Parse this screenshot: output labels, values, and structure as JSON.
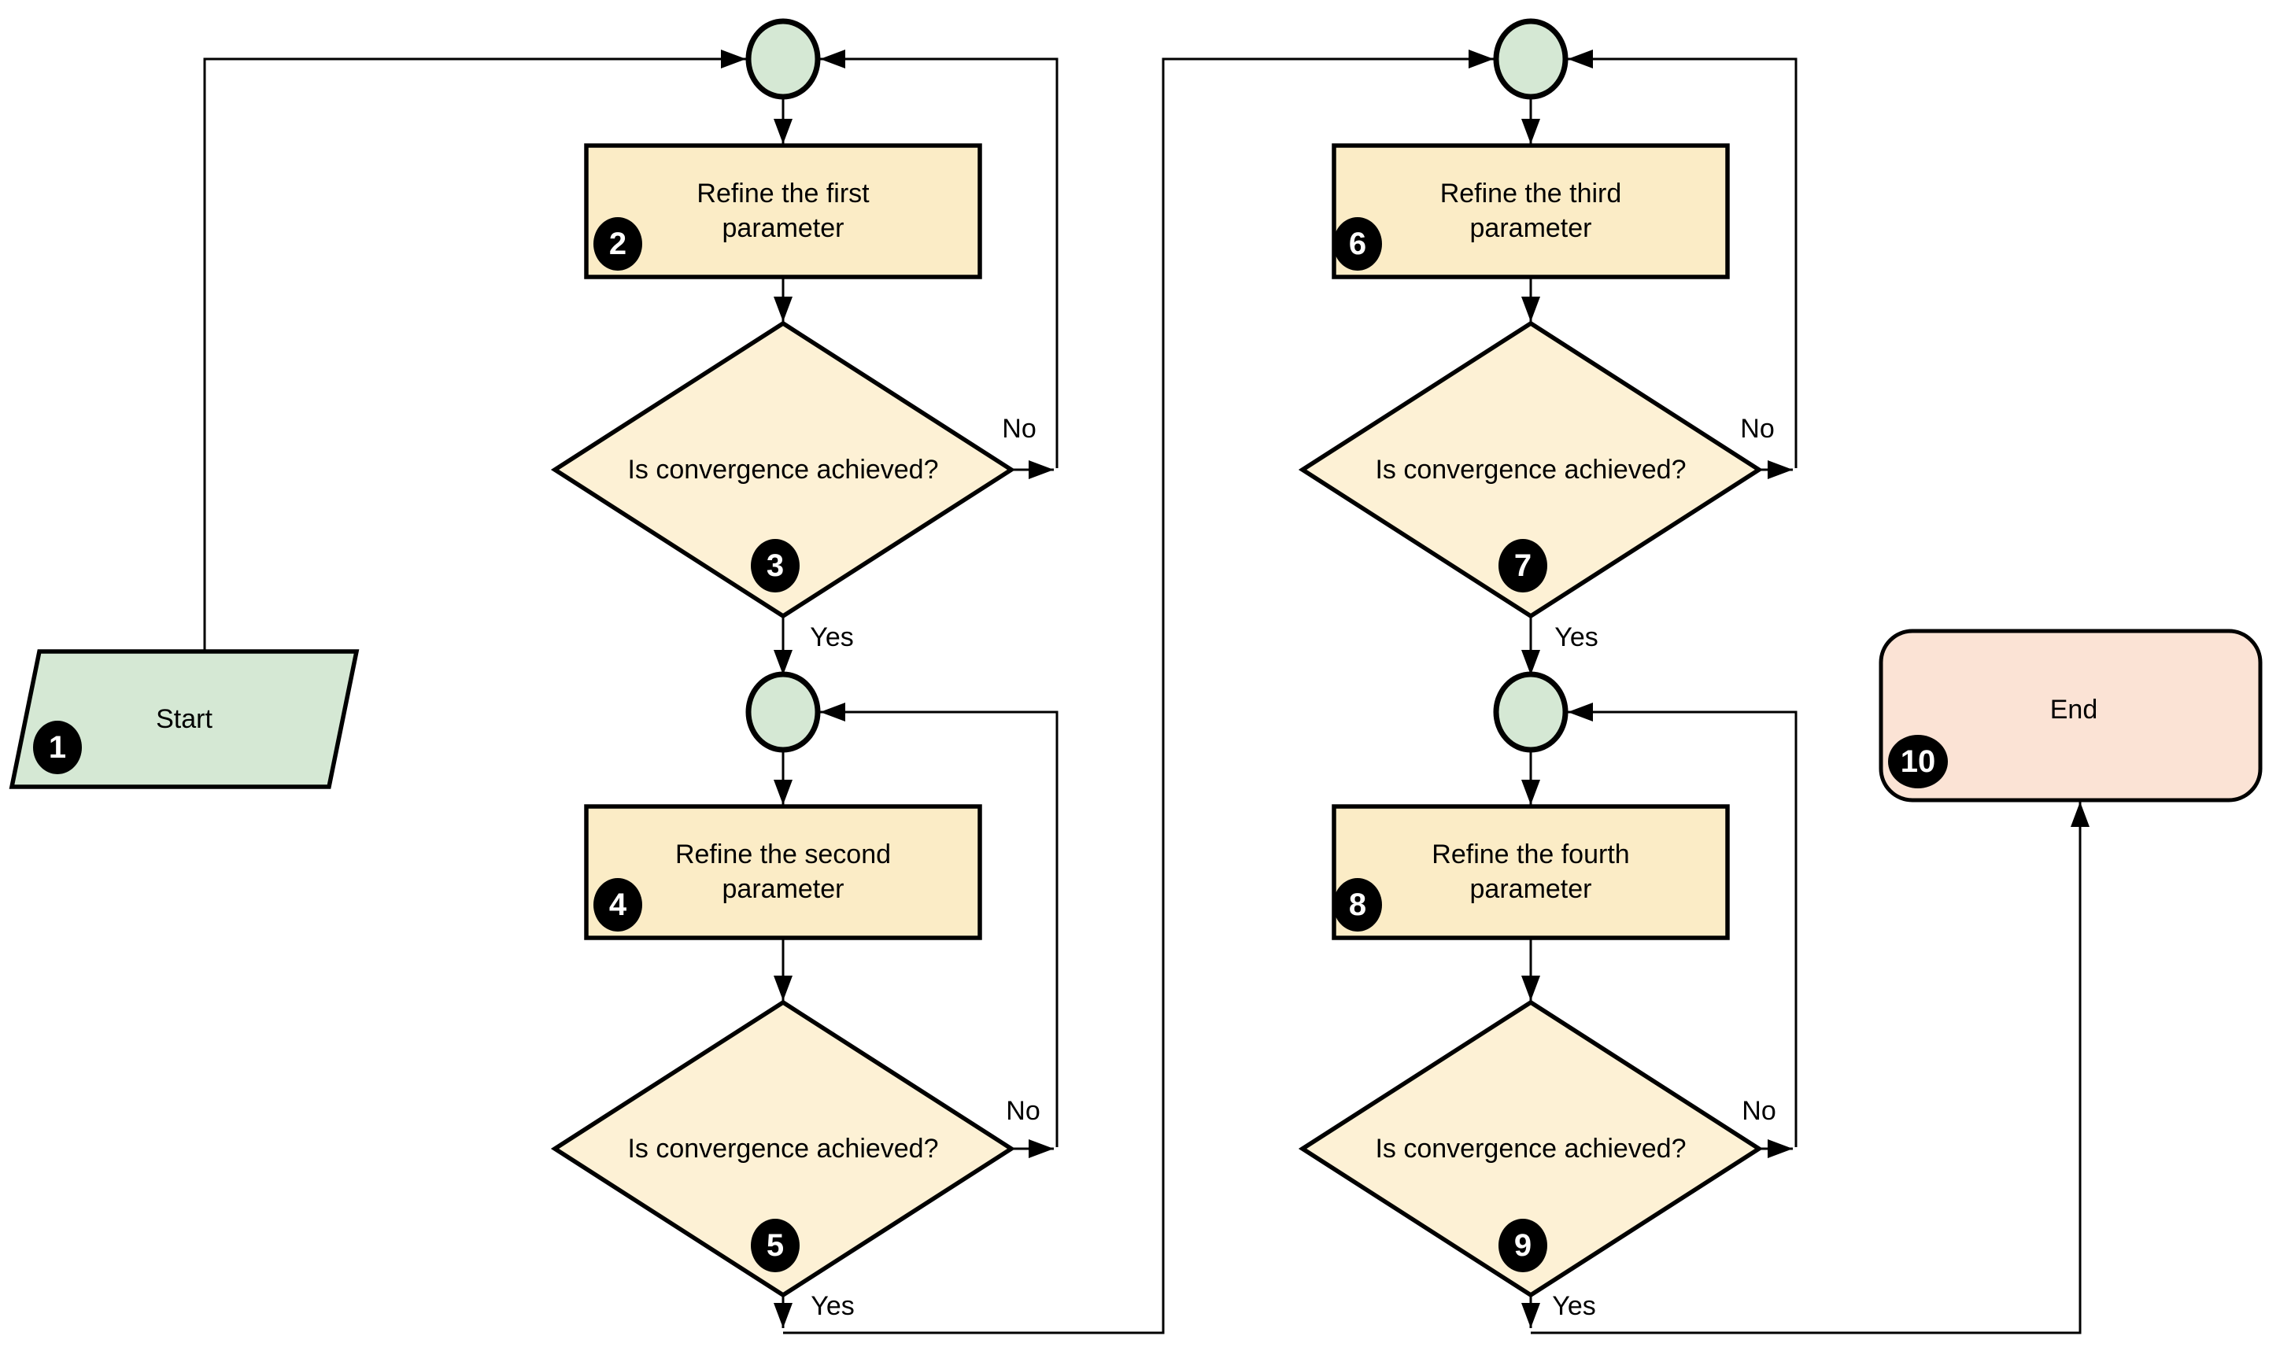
{
  "diagram": {
    "type": "flowchart",
    "nodes": {
      "start": {
        "shape": "parallelogram",
        "label": "Start",
        "badge": "1"
      },
      "junction1": {
        "shape": "connector-circle",
        "label": ""
      },
      "refine_first": {
        "shape": "process",
        "label": "Refine the first parameter",
        "badge": "2"
      },
      "decision1": {
        "shape": "decision",
        "label": "Is convergence achieved?",
        "badge": "3"
      },
      "junction2": {
        "shape": "connector-circle",
        "label": ""
      },
      "refine_second": {
        "shape": "process",
        "label": "Refine the second parameter",
        "badge": "4"
      },
      "decision2": {
        "shape": "decision",
        "label": "Is convergence achieved?",
        "badge": "5"
      },
      "junction3": {
        "shape": "connector-circle",
        "label": ""
      },
      "refine_third": {
        "shape": "process",
        "label": "Refine the third parameter",
        "badge": "6"
      },
      "decision3": {
        "shape": "decision",
        "label": "Is convergence achieved?",
        "badge": "7"
      },
      "junction4": {
        "shape": "connector-circle",
        "label": ""
      },
      "refine_fourth": {
        "shape": "process",
        "label": "Refine the fourth parameter",
        "badge": "8"
      },
      "decision4": {
        "shape": "decision",
        "label": "Is convergence achieved?",
        "badge": "9"
      },
      "end": {
        "shape": "terminator",
        "label": "End",
        "badge": "10"
      }
    },
    "edge_labels": {
      "decision1_no": "No",
      "decision1_yes": "Yes",
      "decision2_no": "No",
      "decision2_yes": "Yes",
      "decision3_no": "No",
      "decision3_yes": "Yes",
      "decision4_no": "No",
      "decision4_yes": "Yes"
    },
    "colors": {
      "background": "#ffffff",
      "connector_stroke": "#000000",
      "shape_stroke": "#000000",
      "start_fill": "#d5e8d4",
      "junction_fill": "#d5e8d4",
      "process_fill": "#fbecc6",
      "decision_fill": "#fdf1d5",
      "end_fill": "#fbe3d5",
      "badge_fill": "#000000",
      "badge_text": "#ffffff"
    }
  }
}
